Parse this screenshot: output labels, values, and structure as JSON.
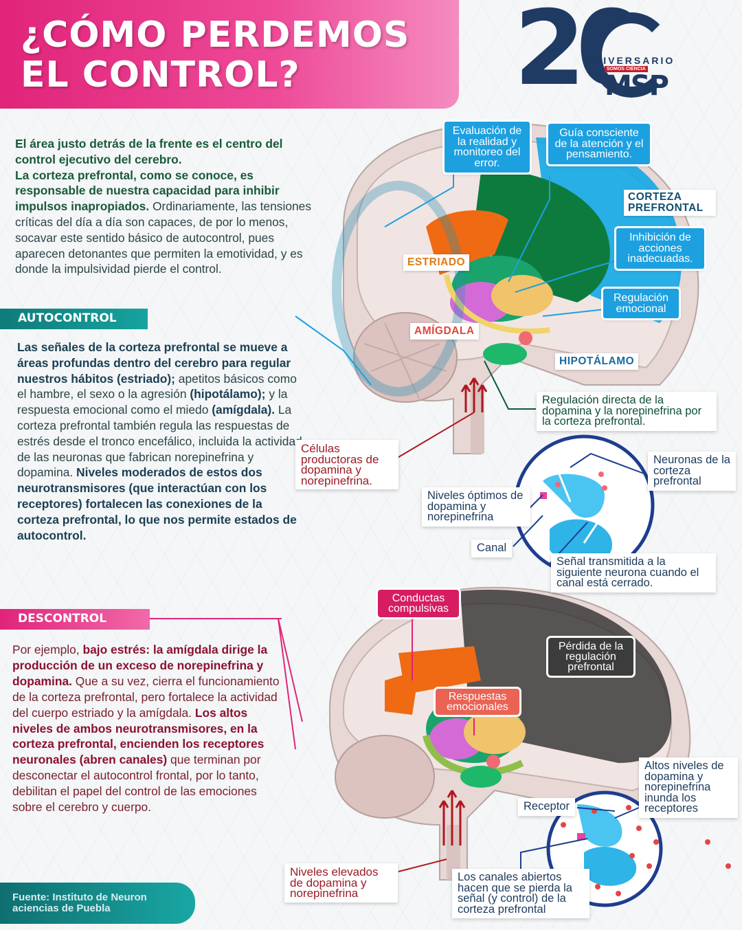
{
  "header": {
    "title": "¿CÓMO PERDEMOS EL CONTROL?",
    "logo": {
      "number": "20",
      "aniversario": "ANIVERSARIO",
      "somos": "SOMOS CIENCIA",
      "brand": "MSP",
      "colors": {
        "navy": "#1f3a63",
        "red": "#c31d2a"
      }
    }
  },
  "intro": {
    "bold1": "El área justo detrás de la frente es el centro del control ejecutivo del cerebro.",
    "bold2": "La corteza prefrontal, como se conoce, es responsable de nuestra capacidad para inhibir impulsos inapropiados.",
    "normal": " Ordinariamente, las tensiones críticas del día a día son capaces, de por lo menos, socavar este sentido básico de autocontrol, pues aparecen detonantes que permiten la emotividad, y es donde la impulsividad pierde el control."
  },
  "autocontrol": {
    "label": "AUTOCONTROL",
    "b1": "Las señales de la corteza prefrontal se mueve a áreas profundas dentro del cerebro para regular nuestros hábitos (estriado);",
    "n1": " apetitos básicos como el hambre, el sexo o la agresión ",
    "b2": "(hipotálamo);",
    "n2": " y la respuesta emocional como el miedo ",
    "b3": "(amígdala).",
    "n3": " La corteza prefrontal también regula las respuestas de estrés desde el tronco encefálico, incluida la actividad de las neuronas que fabrican norepinefrina y dopamina. ",
    "b4": "Niveles moderados de estos dos neurotransmisores (que interactúan con los receptores) fortalecen las conexiones de la corteza prefrontal, lo que nos permite estados de autocontrol."
  },
  "descontrol": {
    "label": "DESCONTROL",
    "n1": "Por ejemplo, ",
    "b1": "bajo estrés: la amígdala dirige la producción de un exceso de norepinefrina y dopamina.",
    "n2": " Que a su vez, cierra el funcionamiento de la corteza prefrontal, pero fortalece la actividad del cuerpo estriado y la amígdala. ",
    "b2": "Los altos niveles de ambos neurotransmisores, en la corteza prefrontal, encienden los receptores neuronales (abren canales)",
    "n3": " que terminan por desconectar el autocontrol frontal, por lo tanto, debilitan el papel del control de las emociones sobre el cerebro y cuerpo."
  },
  "source": "Fuente: Instituto de Neuron aciencias de Puebla",
  "brain1": {
    "eval": "Evaluación de la realidad y monitoreo del error.",
    "guia": "Guía consciente de la atención y el pensamiento.",
    "corteza": "CORTEZA PREFRONTAL",
    "inhib": "Inhibición de acciones inadecuadas.",
    "regul": "Regulación emocional",
    "estriado": "ESTRIADO",
    "amigdala": "AMÍGDALA",
    "hipot": "HIPOTÁLAMO",
    "regdirecta": "Regulación directa de la dopamina y la norepinefrina por la corteza prefrontal.",
    "celulas": "Células productoras de dopamina y norepinefrina.",
    "neuronas": "Neuronas de la corteza prefrontal",
    "niveles": "Niveles óptimos de dopamina y norepinefrina",
    "canal": "Canal",
    "senal": "Señal transmitida a la siguiente neurona cuando el canal está cerrado."
  },
  "brain2": {
    "conductas": "Conductas compulsivas",
    "perdida": "Pérdida de la regulación prefrontal",
    "respuestas": "Respuestas emocionales",
    "altos": "Altos niveles de dopamina y norepinefrina inunda los receptores",
    "receptor": "Receptor",
    "elevados": "Niveles elevados de dopamina y norepinefrina",
    "canales": "Los canales abiertos hacen que se pierda la señal (y control) de la corteza prefrontal"
  },
  "colors": {
    "pink": "#e0247a",
    "teal": "#0f7b7a",
    "blue": "#1da0e0",
    "orange": "#ef6a12",
    "green": "#1aa36a"
  }
}
